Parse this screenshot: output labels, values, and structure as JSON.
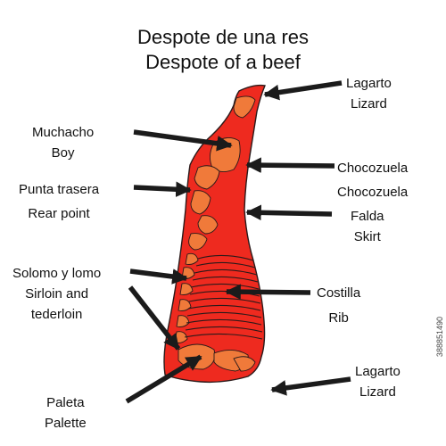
{
  "title": {
    "line1": "Despote de una res",
    "line2": "Despote of a beef"
  },
  "labels": {
    "lagarto_top": {
      "es": "Lagarto",
      "en": "Lizard"
    },
    "muchacho": {
      "es": "Muchacho",
      "en": "Boy"
    },
    "chocozuela": {
      "es": "Chocozuela",
      "en": "Chocozuela"
    },
    "punta": {
      "es": "Punta trasera",
      "en": "Rear point"
    },
    "falda": {
      "es": "Falda",
      "en": "Skirt"
    },
    "solomo": {
      "es": "Solomo y lomo",
      "en1": "Sirloin and",
      "en2": "tederloin"
    },
    "costilla": {
      "es": "Costilla",
      "en": "Rib"
    },
    "lagarto_bottom": {
      "es": "Lagarto",
      "en": "Lizard"
    },
    "paleta": {
      "es": "Paleta",
      "en": "Palette"
    }
  },
  "colors": {
    "meat": "#ee2a1f",
    "bone": "#f07a3a",
    "outline": "#2a1a1a",
    "arrow": "#1b1b1b"
  },
  "stock_id": "388851490"
}
